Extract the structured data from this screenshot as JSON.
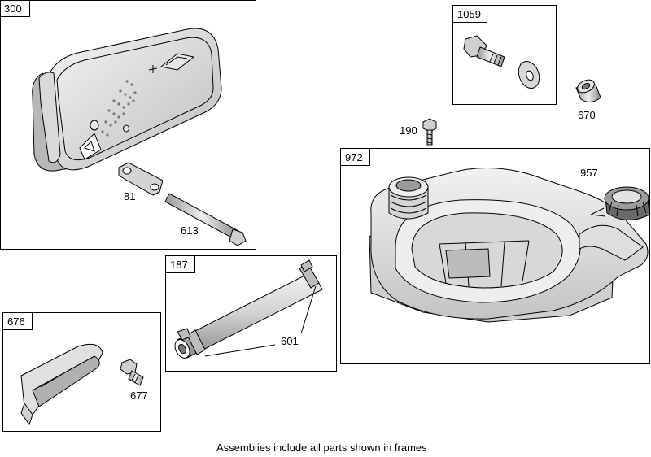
{
  "caption": "Assemblies include all parts shown in frames",
  "frames": {
    "f300": "300",
    "f1059": "1059",
    "f972": "972",
    "f187": "187",
    "f676": "676"
  },
  "parts": {
    "p81": "81",
    "p613": "613",
    "p670": "670",
    "p190": "190",
    "p957": "957",
    "p601": "601",
    "p677": "677"
  }
}
